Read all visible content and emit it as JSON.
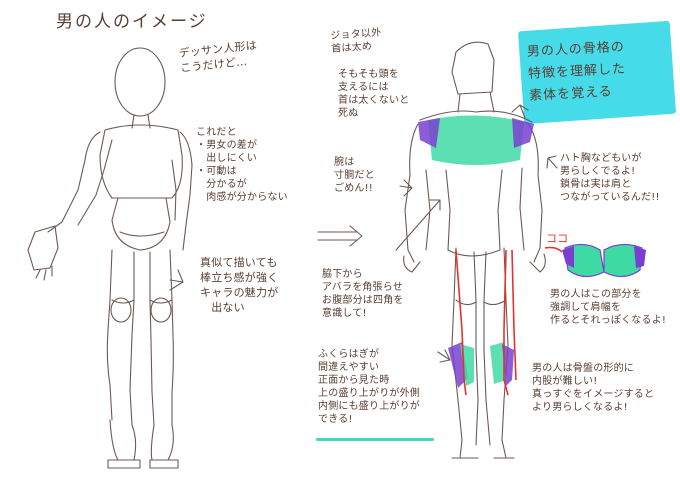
{
  "title": "男の人のイメージ",
  "notes": {
    "mannequin": "デッサン人形は\nこうだけど…",
    "weakness": "これだと\n・男女の差が\n　出しにくい\n・可動は\n　分かるが\n　肉感が分からない",
    "copy_warning": "真似て描いても\n棒立ち感が強く\nキャラの魅力が\n　出ない",
    "neck": "ジョタ以外\n首は太め",
    "head_support": "そもそも頭を\n支えるには\n首は太くないと\n死ぬ",
    "arm": "腕は\n寸胴だと\nごめん!!",
    "armpit": "脇下から\nアバラを角張らせ\nお腹部分は四角を\n意識して!",
    "calf": "ふくらはぎが\n間違えやすい\n正面から見た時\n上の盛り上がりが外側\n内側にも盛り上がりが\nできる!",
    "shoulder": "ハト胸などもいが\n男らしくでるよ!\n鎖骨は実は肩と\nつながっているんだ!!",
    "kuko": "ココ",
    "trapezius": "男の人はこの部分を\n強調して肩幅を\n作るとそれっぽくなるよ!",
    "legs": "男の人は骨盤の形的に\n内股が難しい!\n真っすぐをイメージすると\nより男らしくなるよ!"
  },
  "callout": {
    "text": "男の人の骨格の\n特徴を理解した\n素体を覚える",
    "color": "#45dbe8"
  },
  "colors": {
    "ink": "#5a3e32",
    "muscle_green": "#3fd9a4",
    "muscle_purple": "#7a3fd0",
    "accent_red": "#e0342c",
    "underline_teal": "#3fd9c0"
  },
  "icons": [
    "arrow-icon",
    "mannequin-figure",
    "male-back-figure",
    "shoulder-muscle-sketch"
  ]
}
